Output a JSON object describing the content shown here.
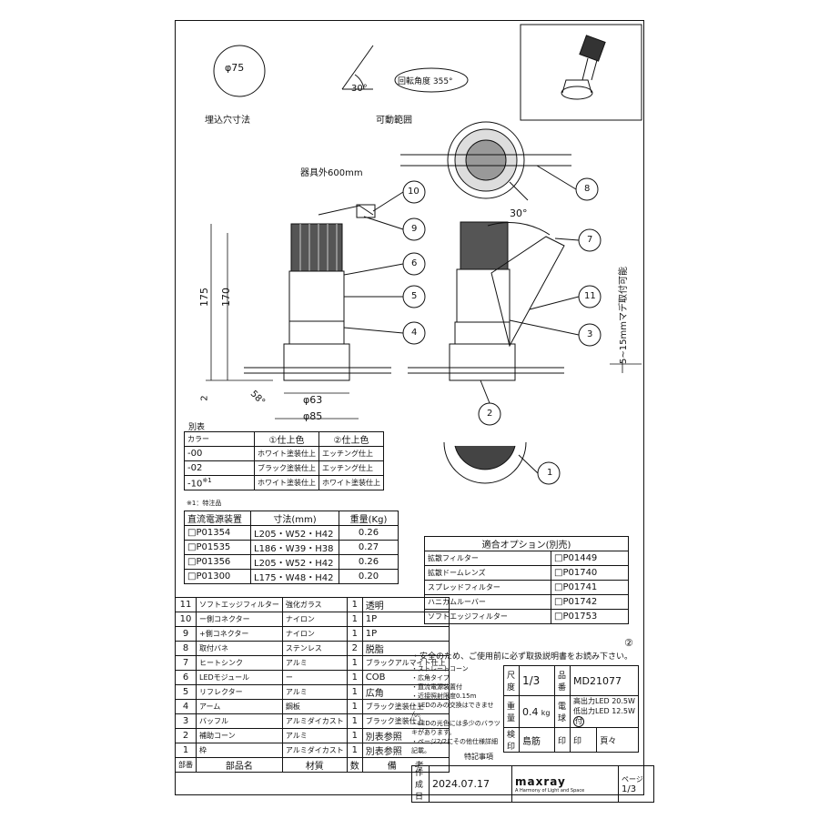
{
  "top": {
    "hole_dia": "φ75",
    "hole_caption": "埋込穴寸法",
    "angle": "30°",
    "move_caption": "可動範囲",
    "rotation": "回転角度 355°",
    "cable_len": "器具外600mm"
  },
  "dims": {
    "h175": "175",
    "h170": "170",
    "h2": "2",
    "a58": "58°",
    "d63": "φ63",
    "d85": "φ85",
    "a30": "30°",
    "mount": "5~15mmマデ取付可能"
  },
  "callouts": [
    "1",
    "2",
    "3",
    "4",
    "5",
    "6",
    "7",
    "8",
    "9",
    "10",
    "11"
  ],
  "color_table": {
    "caption": "別表",
    "headers": [
      "カラー",
      "①仕上色",
      "②仕上色"
    ],
    "rows": [
      [
        "-00",
        "ホワイト塗装仕上",
        "エッチング仕上"
      ],
      [
        "-02",
        "ブラック塗装仕上",
        "エッチング仕上"
      ],
      [
        "-10",
        "ホワイト塗装仕上",
        "ホワイト塗装仕上"
      ]
    ],
    "row3_sup": "※1",
    "note": "※1：特注品"
  },
  "psu_table": {
    "headers": [
      "直流電源装置",
      "寸法(mm)",
      "重量(Kg)"
    ],
    "rows": [
      [
        "□P01354",
        "L205・W52・H42",
        "0.26"
      ],
      [
        "□P01535",
        "L186・W39・H38",
        "0.27"
      ],
      [
        "□P01356",
        "L205・W52・H42",
        "0.26"
      ],
      [
        "□P01300",
        "L175・W48・H42",
        "0.20"
      ]
    ]
  },
  "options_table": {
    "header": "適合オプション(別売)",
    "rows": [
      [
        "拡散フィルター",
        "□P01449"
      ],
      [
        "拡散ドームレンズ",
        "□P01740"
      ],
      [
        "スプレッドフィルター",
        "□P01741"
      ],
      [
        "ハニカムルーバー",
        "□P01742"
      ],
      [
        "ソフトエッジフィルター",
        "□P01753"
      ]
    ]
  },
  "parts": {
    "rows": [
      [
        "11",
        "ソフトエッジフィルター",
        "強化ガラス",
        "1",
        "透明"
      ],
      [
        "10",
        "ー側コネクター",
        "ナイロン",
        "1",
        "1P"
      ],
      [
        "9",
        "+側コネクター",
        "ナイロン",
        "1",
        "1P"
      ],
      [
        "8",
        "取付バネ",
        "ステンレス",
        "2",
        "脱脂"
      ],
      [
        "7",
        "ヒートシンク",
        "アルミ",
        "1",
        "ブラックアルマイト仕上"
      ],
      [
        "6",
        "LEDモジュール",
        "ー",
        "1",
        "COB"
      ],
      [
        "5",
        "リフレクター",
        "アルミ",
        "1",
        "広角"
      ],
      [
        "4",
        "アーム",
        "鋼板",
        "1",
        "ブラック塗装仕上"
      ],
      [
        "3",
        "バッフル",
        "アルミダイカスト",
        "1",
        "ブラック塗装仕上"
      ],
      [
        "2",
        "補助コーン",
        "アルミ",
        "1",
        "別表参照"
      ],
      [
        "1",
        "枠",
        "アルミダイカスト",
        "1",
        "別表参照"
      ]
    ],
    "footer": [
      "部番",
      "部品名",
      "材質",
      "数",
      "備　　考"
    ]
  },
  "title_block": {
    "safety": "・安全のため、ご使用前に必ず取扱説明書をお読み下さい。",
    "rev": "②",
    "notes": [
      "・ストレートコーン",
      "・広角タイプ",
      "・直流電源装置付",
      "・近接照射限度0.15m",
      "・LEDのみの交換はできません。",
      "・LEDの光色には多少のバラツキがあります。",
      "・ページ2/2にその他仕様詳細記載。"
    ],
    "special": "特記事項",
    "scale_label": "尺度",
    "scale": "1/3",
    "part_label": "品番",
    "part_no": "MD21077",
    "weight_label": "重量",
    "weight": "0.4",
    "weight_unit": "kg",
    "lamp_label": "電球",
    "lamp1": "高出力LED 20.5W",
    "lamp2": "低出力LED 12.5W",
    "lamp_mark": "付",
    "check_label": "検印",
    "inspector": "島筋",
    "stamp": "印",
    "stamp2": "印",
    "pages_label": "頁々",
    "date_label": "作成日",
    "date": "2024.07.17",
    "brand": "maxray",
    "brand_tag": "A Harmony of Light and Space",
    "page_label": "ページ",
    "page": "1/3"
  }
}
